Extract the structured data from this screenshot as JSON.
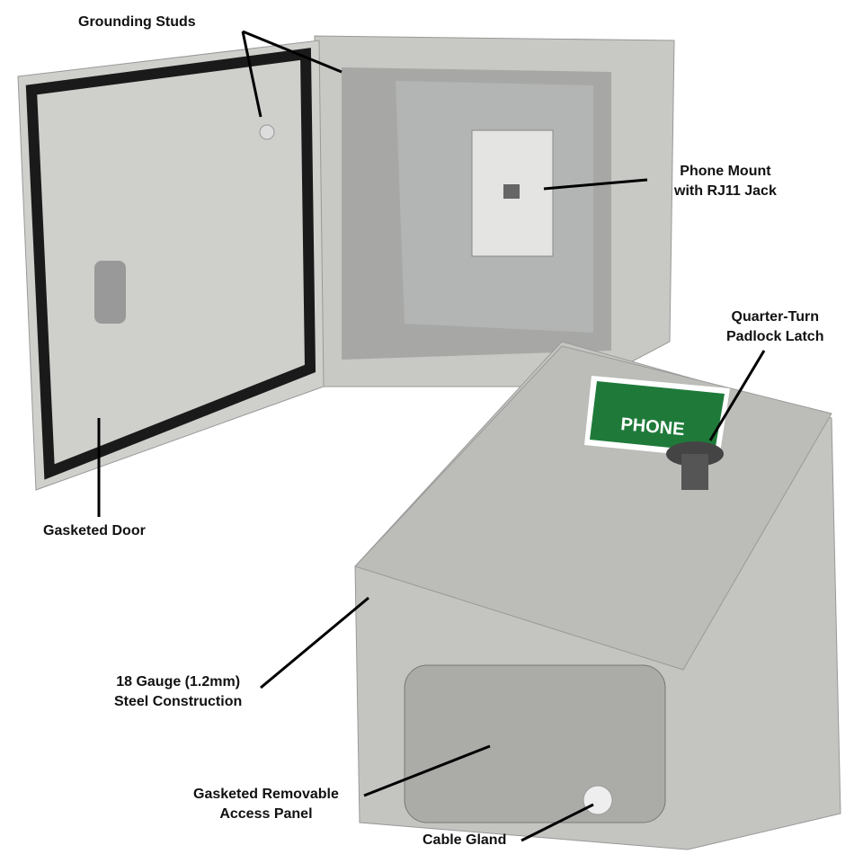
{
  "labels": {
    "grounding": "Grounding Studs",
    "phone_mount_1": "Phone Mount",
    "phone_mount_2": "with RJ11 Jack",
    "latch_1": "Quarter-Turn",
    "latch_2": "Padlock Latch",
    "door": "Gasketed Door",
    "steel_1": "18 Gauge (1.2mm)",
    "steel_2": "Steel Construction",
    "panel_1": "Gasketed Removable",
    "panel_2": "Access Panel",
    "gland": "Cable Gland"
  },
  "sign": {
    "text": "PHONE",
    "color": "#1f7a3a"
  },
  "colors": {
    "enclosure": "#c9c9c6",
    "interior": "#a9aaa8",
    "gasket": "#1a1a1a"
  }
}
